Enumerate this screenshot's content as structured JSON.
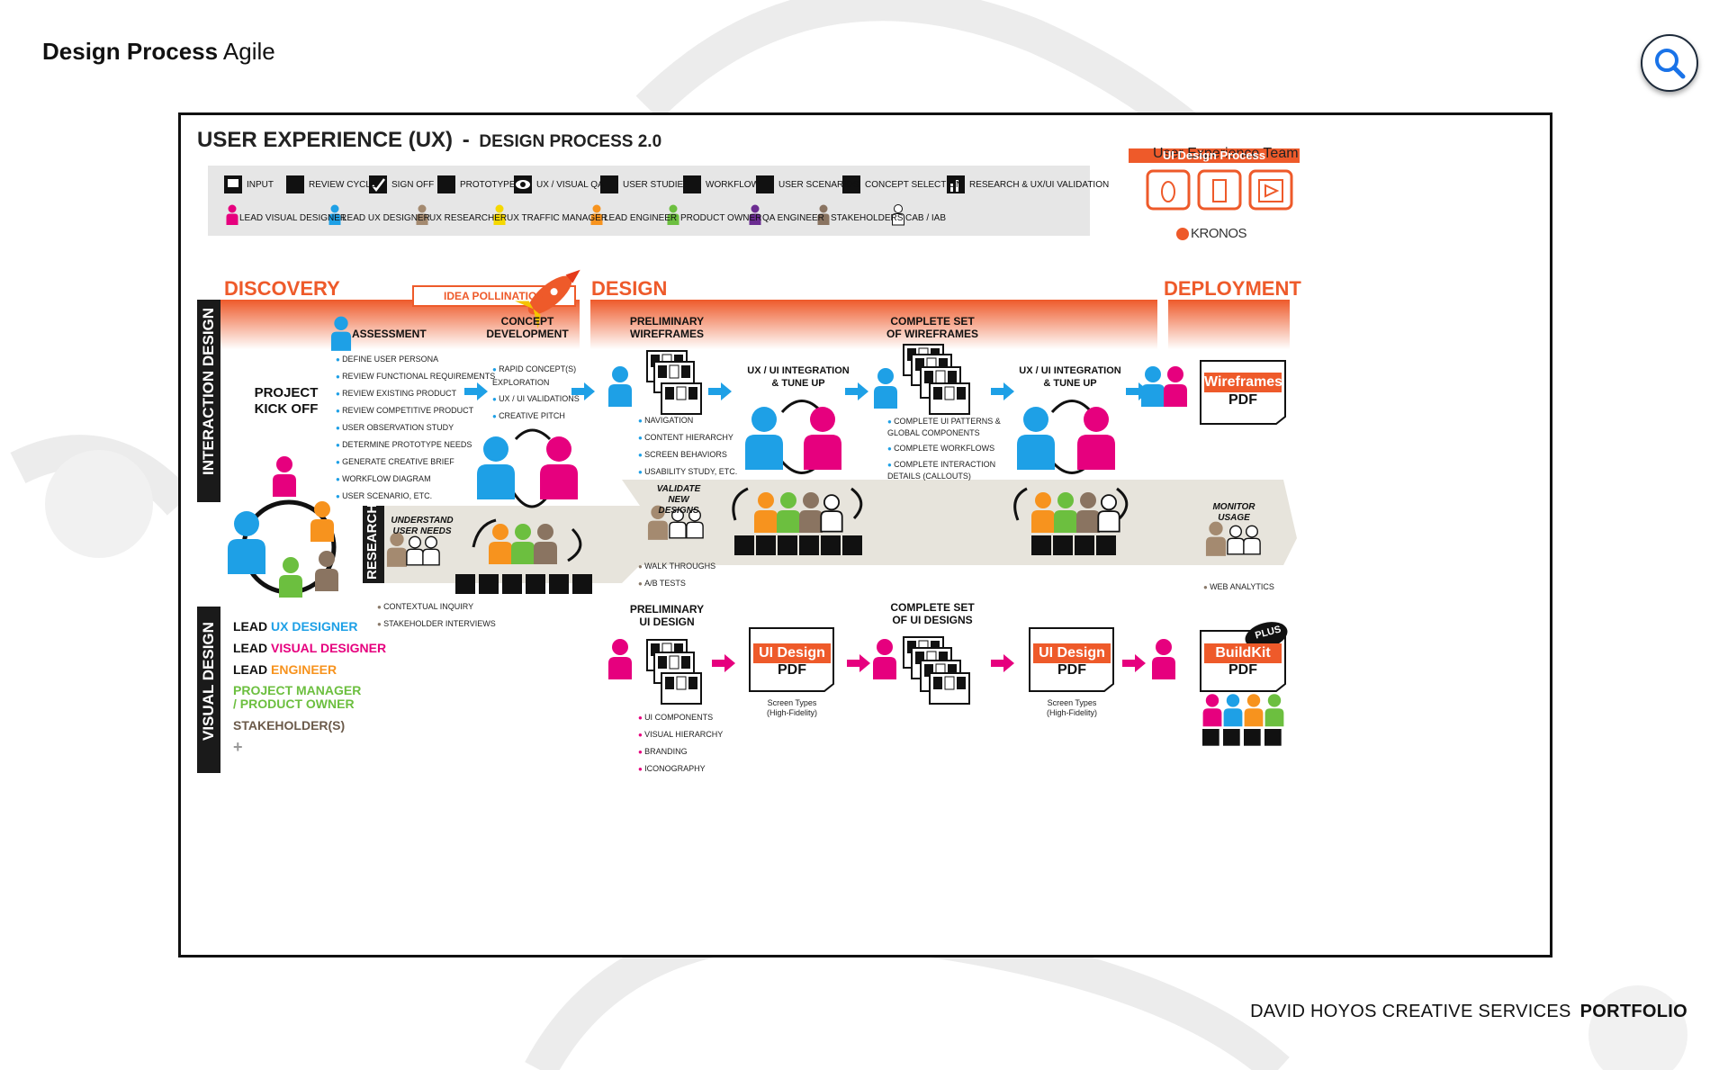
{
  "page": {
    "title_bold": "Design Process",
    "title_rest": "Agile"
  },
  "footer": {
    "credit": "DAVID HOYOS CREATIVE SERVICES",
    "portfolio": "PORTFOLIO"
  },
  "header": {
    "title_main": "USER EXPERIENCE (UX)",
    "title_dash": "-",
    "title_sub": "DESIGN PROCESS 2.0"
  },
  "team": {
    "label": "User Experience Team",
    "bar": "UI Design Process",
    "brand": "KRONOS"
  },
  "legend": {
    "icons": [
      {
        "label": "INPUT",
        "icon": "speech-bubble-icon"
      },
      {
        "label": "REVIEW CYCLE",
        "icon": "pencil-icon"
      },
      {
        "label": "SIGN OFF",
        "icon": "checkmark-icon"
      },
      {
        "label": "PROTOTYPE",
        "icon": "prototype-square-icon"
      },
      {
        "label": "UX / VISUAL QA",
        "icon": "eye-icon"
      },
      {
        "label": "USER STUDIES",
        "icon": "document-icon"
      },
      {
        "label": "WORKFLOW",
        "icon": "workflow-icon"
      },
      {
        "label": "USER SCENARIOS",
        "icon": "list-icon"
      },
      {
        "label": "CONCEPT SELECTION",
        "icon": "thumb-check-icon"
      },
      {
        "label": "RESEARCH & UX/UI VALIDATION",
        "icon": "bar-chart-icon"
      }
    ],
    "roles": [
      {
        "label": "LEAD VISUAL DESIGNER",
        "color": "#e6007e"
      },
      {
        "label": "LEAD UX DESIGNER",
        "color": "#1ea0e6"
      },
      {
        "label": "UX RESEARCHER",
        "color": "#a48a70"
      },
      {
        "label": "UX TRAFFIC MANAGER",
        "color": "#f5d800"
      },
      {
        "label": "LEAD ENGINEER",
        "color": "#f7931e"
      },
      {
        "label": "PRODUCT OWNER",
        "color": "#6cbf3f"
      },
      {
        "label": "QA ENGINEER",
        "color": "#6b2c91"
      },
      {
        "label": "STAKEHOLDERS",
        "color": "#8a7461"
      },
      {
        "label": "CAB / IAB",
        "color": "#ffffff"
      }
    ]
  },
  "phases": {
    "discovery": "DISCOVERY",
    "idea": "IDEA POLLINATION",
    "design": "DESIGN",
    "deployment": "DEPLOYMENT"
  },
  "lanes": {
    "interaction": "INTERACTION DESIGN",
    "research": "RESEARCH",
    "visual": "VISUAL DESIGN"
  },
  "kickoff": "PROJECT\nKICK OFF",
  "assessment": {
    "title": "ASSESSMENT",
    "items": [
      "DEFINE USER PERSONA",
      "REVIEW FUNCTIONAL REQUIREMENTS",
      "REVIEW EXISTING PRODUCT",
      "REVIEW COMPETITIVE PRODUCT",
      "USER OBSERVATION STUDY",
      "DETERMINE PROTOTYPE NEEDS",
      "GENERATE CREATIVE BRIEF",
      "WORKFLOW DIAGRAM",
      "USER SCENARIO, ETC."
    ]
  },
  "concept": {
    "title": "CONCEPT\nDEVELOPMENT",
    "items": [
      "RAPID CONCEPT(S)\nEXPLORATION",
      "UX / UI VALIDATIONS",
      "CREATIVE PITCH"
    ]
  },
  "prelim_wire": {
    "title": "PRELIMINARY\nWIREFRAMES",
    "items": [
      "NAVIGATION",
      "CONTENT HIERARCHY",
      "SCREEN BEHAVIORS",
      "USABILITY STUDY, ETC."
    ]
  },
  "integration": "UX / UI INTEGRATION\n& TUNE UP",
  "complete_wire": {
    "title": "COMPLETE SET\nOF WIREFRAMES",
    "items": [
      "COMPLETE UI PATTERNS &\nGLOBAL COMPONENTS",
      "COMPLETE WORKFLOWS",
      "COMPLETE INTERACTION\nDETAILS (CALLOUTS)"
    ]
  },
  "research": {
    "understand": "UNDERSTAND\nUSER NEEDS",
    "understand_items": [
      "CONTEXTUAL INQUIRY",
      "STAKEHOLDER INTERVIEWS"
    ],
    "validate": "VALIDATE\nNEW DESIGNS",
    "validate_items": [
      "WALK THROUGHS",
      "A/B TESTS"
    ],
    "monitor": "MONITOR\nUSAGE",
    "monitor_items": [
      "WEB ANALYTICS"
    ]
  },
  "docs": {
    "wireframes": {
      "title": "Wireframes",
      "sub": "PDF"
    },
    "ui_design": {
      "title": "UI Design",
      "sub": "PDF",
      "note": "Screen Types\n(High-Fidelity)"
    },
    "buildkit": {
      "title": "BuildKit",
      "sub": "PDF",
      "badge": "PLUS"
    }
  },
  "prelim_ui": {
    "title": "PRELIMINARY\nUI DESIGN",
    "items": [
      "UI COMPONENTS",
      "VISUAL HIERARCHY",
      "BRANDING",
      "ICONOGRAPHY"
    ]
  },
  "complete_ui": {
    "title": "COMPLETE SET\nOF UI DESIGNS"
  },
  "roles_list": {
    "items": [
      {
        "prefix": "LEAD ",
        "accent": "UX DESIGNER",
        "color": "#1ea0e6"
      },
      {
        "prefix": "LEAD ",
        "accent": "VISUAL DESIGNER",
        "color": "#e6007e"
      },
      {
        "prefix": "LEAD ",
        "accent": "ENGINEER",
        "color": "#f7931e"
      },
      {
        "prefix": "",
        "accent": "PROJECT MANAGER\n/ PRODUCT OWNER",
        "color": "#6cbf3f"
      },
      {
        "prefix": "",
        "accent": "STAKEHOLDER(S)",
        "color": "#6b5a4a"
      }
    ],
    "more": "+"
  }
}
